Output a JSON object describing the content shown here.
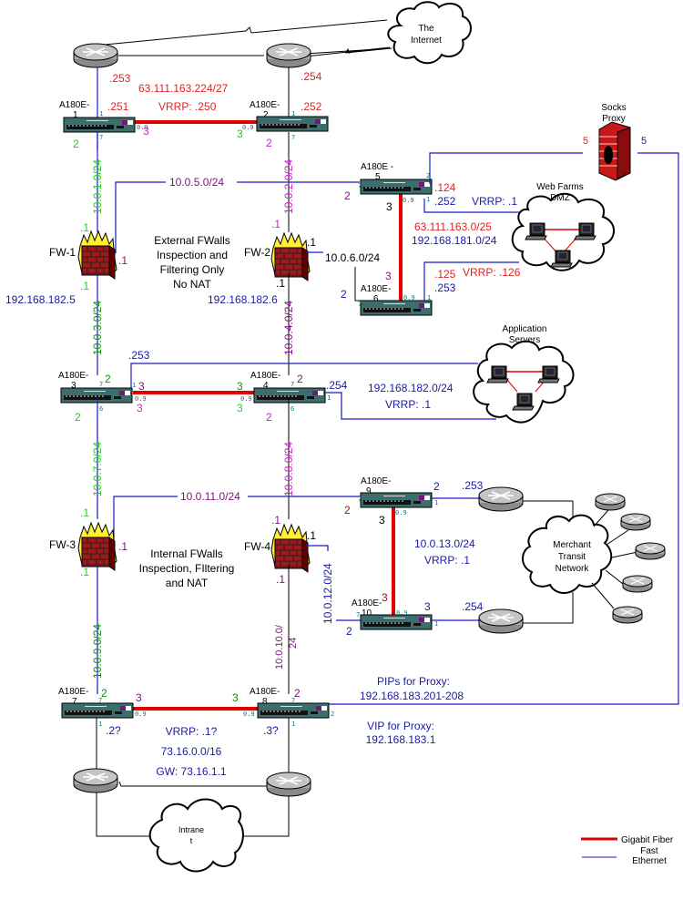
{
  "internet_cloud": {
    "line1": "The",
    "line2": "Internet"
  },
  "intranet_cloud": {
    "line1": "Intrane",
    "line2": "t"
  },
  "webfarm_cloud": {
    "line1": "Web Farms",
    "line2": "DMZ"
  },
  "appservers_cloud": {
    "line1": "Application",
    "line2": "Servers"
  },
  "merchant_cloud": {
    "line1": "Merchant",
    "line2": "Transit",
    "line3": "Network"
  },
  "socks_proxy": {
    "line1": "Socks",
    "line2": "Proxy",
    "port_left": "5",
    "port_right": "5"
  },
  "top_segment": {
    "router1_ip": ".253",
    "router2_ip": ".254",
    "subnet": "63.111.163.224/27",
    "vrrp": "VRRP: .250",
    "sw1_ip": ".251",
    "sw2_ip": ".252"
  },
  "switches": {
    "sw1": {
      "name": "A180E-",
      "num": "1",
      "p_top": "1",
      "p_bottom": "7",
      "p_gig": "0.9",
      "p_left_num": "2",
      "p_right_num": "3"
    },
    "sw2": {
      "name": "A180E-",
      "num": "2",
      "p_top": "1",
      "p_bottom": "7",
      "p_gig": "0.9",
      "p_left_num": "3",
      "p_bottom_num": "2"
    },
    "sw3": {
      "name": "A180E-",
      "num": "3",
      "p_top": "7",
      "p_right": "1",
      "p_bottom": "6",
      "p_gig": "0.9",
      "n_top": "2",
      "n_bottom": "2",
      "n_right_top": "3",
      "n_right_bottom": "3",
      "ip": ".253"
    },
    "sw4": {
      "name": "A180E-",
      "num": "4",
      "p_top": "7",
      "p_right": "1",
      "p_bottom": "6",
      "p_gig": "0.9",
      "n_top": "2",
      "n_bottom": "2",
      "n_left_top": "3",
      "n_left_bottom": "3",
      "ip": ".254"
    },
    "sw5": {
      "name": "A180E -",
      "num": "5",
      "p_left": "7",
      "p_top": "2",
      "p_right": "1",
      "p_gig": "0.9",
      "n_left": "2",
      "n_bottom": "3",
      "ip_red": ".124",
      "ip_blue": ".252",
      "vrrp": "VRRP: .1"
    },
    "sw6": {
      "name": "A180E-",
      "num": "6",
      "p_left": "7",
      "p_right": "1",
      "p_gig": "0.9",
      "n_left": "2",
      "n_top": "3",
      "ip_red": ".125",
      "ip_blue": ".253",
      "vrrp": "VRRP: .126"
    },
    "sw7": {
      "name": "A180E-",
      "num": "7",
      "p_top": "7",
      "p_bottom": "1",
      "p_gig": "0.9",
      "n_top": "2",
      "n_right": "3",
      "ip": ".2?"
    },
    "sw8": {
      "name": "A180E-",
      "num": "8",
      "p_top": "7",
      "p_bottom": "1",
      "p_right": "2",
      "p_gig": "0.9",
      "n_top": "2",
      "n_left": "3",
      "ip": ".3?"
    },
    "sw9": {
      "name": "A180E-",
      "num": "9",
      "p_left": "7",
      "p_right": "1",
      "p_gig": "0.9",
      "n_left": "2",
      "n_right": "2",
      "n_bottom": "3",
      "ip": ".253"
    },
    "sw10": {
      "name": "A180E-",
      "num": "10",
      "p_left": "7",
      "p_right": "1",
      "p_gig": "0.9",
      "n_left": "2",
      "n_right": "3",
      "n_top": "3",
      "ip": ".254"
    }
  },
  "firewalls": {
    "fw1": {
      "name": "FW-1",
      "ip_top": ".1",
      "ip_right": ".1",
      "ip_bottom": ".1",
      "host": "192.168.182.5"
    },
    "fw2": {
      "name": "FW-2",
      "ip_top": ".1",
      "ip_right": ".1",
      "ip_bottom": ".1",
      "host": "192.168.182.6"
    },
    "fw3": {
      "name": "FW-3",
      "ip_top": ".1",
      "ip_right": ".1",
      "ip_bottom": ".1"
    },
    "fw4": {
      "name": "FW-4",
      "ip_top": ".1",
      "ip_right": ".1",
      "ip_bottom": ".1"
    }
  },
  "subnets": {
    "s1": "10.0.1.0/24",
    "s2": "10.0.2.0/24",
    "s3": "10.0.3.0/24",
    "s4": "10.0.4.0/24",
    "s5": "10.0.5.0/24",
    "s6": "10.0.6.0/24",
    "s7": "10.0.7.0/24",
    "s8": "10.0.8.0/24",
    "s9": "10.0.9.0/24",
    "s10a": "10.0.10.0/",
    "s10b": "24",
    "s11": "10.0.11.0/24",
    "s12": "10.0.12.0/24",
    "s13": "10.0.13.0/24",
    "s13_vrrp": "VRRP: .1"
  },
  "notes": {
    "external_fw": [
      "External FWalls",
      "Inspection and",
      "Filtering Only",
      "No NAT"
    ],
    "internal_fw": [
      "Internal FWalls",
      "Inspection, FIltering",
      "and NAT"
    ],
    "webfarm_subnet_red": "63.111.163.0/25",
    "webfarm_subnet_blue": "192.168.181.0/24",
    "app_subnet": "192.168.182.0/24",
    "app_vrrp": "VRRP: .1",
    "pips_label": "PIPs for Proxy:",
    "pips_value": "192.168.183.201-208",
    "vip_label": "VIP for Proxy:",
    "vip_value": "192.168.183.1",
    "bottom_vrrp": "VRRP: .1?",
    "bottom_subnet": "73.16.0.0/16",
    "bottom_gw": "GW: 73.16.1.1"
  },
  "legend": {
    "items": [
      {
        "label": "Gigabit Fiber",
        "color": "#e00000"
      },
      {
        "label": "Fast",
        "label2": "Ethernet",
        "color": "#1a1ac8"
      }
    ]
  }
}
